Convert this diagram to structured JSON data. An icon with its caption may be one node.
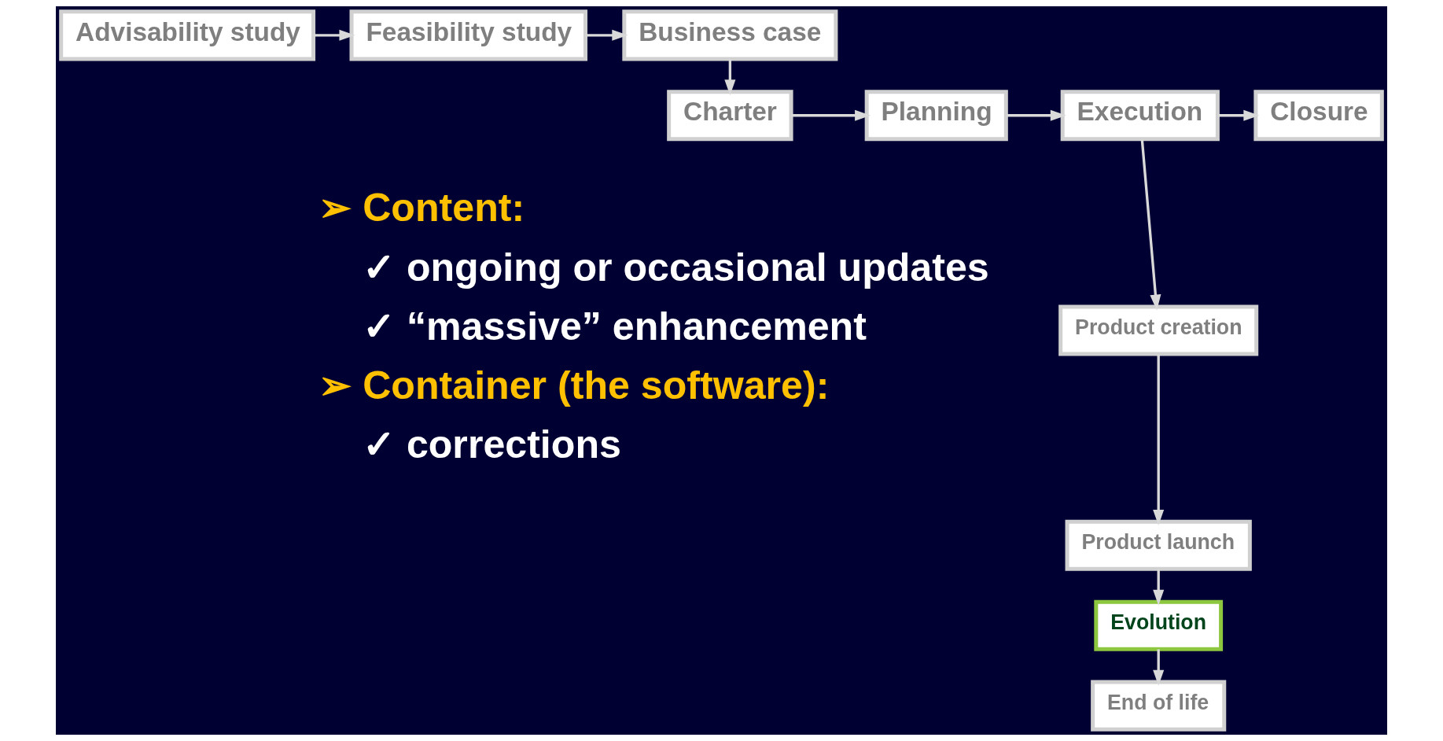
{
  "diagram": {
    "nodes": [
      {
        "text": [
          "Advisability study"
        ]
      },
      {
        "text": [
          "Feasibility study"
        ]
      },
      {
        "text": [
          "Business case"
        ]
      },
      {
        "text": [
          "Charter"
        ]
      },
      {
        "text": [
          "Planning"
        ]
      },
      {
        "text": [
          "Execution"
        ]
      },
      {
        "text": [
          "Closure"
        ]
      },
      {
        "text": [
          "Product creation"
        ]
      },
      {
        "text": [
          "Product launch"
        ]
      },
      {
        "text": [
          "Evolution"
        ]
      },
      {
        "text": [
          "End of life"
        ]
      }
    ],
    "edges": [
      {
        "from": 0,
        "to": 1,
        "arrow": "to"
      },
      {
        "from": 1,
        "to": 2,
        "arrow": "to"
      },
      {
        "from": 2,
        "to": 3,
        "arrow": "to"
      },
      {
        "from": 3,
        "to": 4,
        "arrow": "to"
      },
      {
        "from": 4,
        "to": 5,
        "arrow": "to"
      },
      {
        "from": 5,
        "to": 6,
        "arrow": "to"
      },
      {
        "from": 5,
        "to": 7,
        "arrow": "to"
      },
      {
        "from": 7,
        "to": 8,
        "arrow": "to"
      },
      {
        "from": 8,
        "to": 9,
        "arrow": "to"
      },
      {
        "from": 9,
        "to": 10,
        "arrow": "to"
      }
    ],
    "labels": [
      "➢ Content:",
      "✓ ongoing or occasional updates",
      "✓ “massive” enhancement",
      "➢ Container (the software):",
      "✓ corrections"
    ]
  }
}
